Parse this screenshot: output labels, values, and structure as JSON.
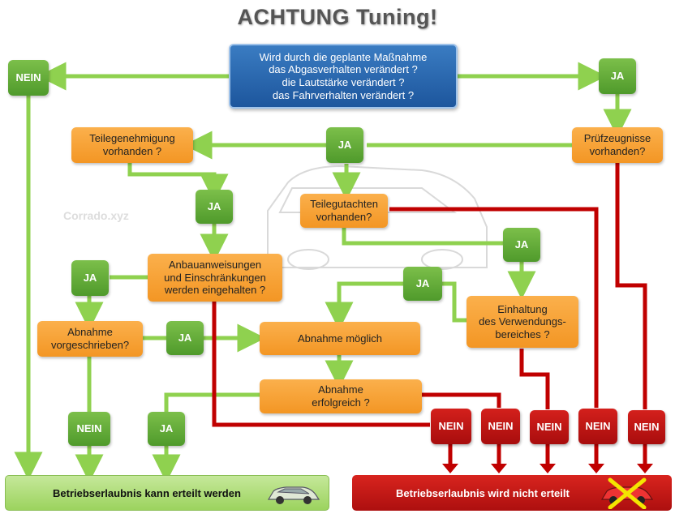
{
  "title": "ACHTUNG Tuning!",
  "watermark": "Corrado.xyz",
  "nodes": {
    "question_main": "Wird durch die geplante Maßnahme\ndas Abgasverhalten verändert ?\ndie Lautstärke verändert ?\ndas Fahrverhalten verändert ?",
    "nein_top": "NEIN",
    "ja_top": "JA",
    "pruefzeugnisse": "Prüfzeugnisse\nvorhanden?",
    "ja_center": "JA",
    "teilegenehmigung": "Teilegenehmigung\nvorhanden ?",
    "teilegutachten": "Teilegutachten\nvorhanden?",
    "ja_teilegenehmigung": "JA",
    "ja_teilegutachten": "JA",
    "anbauanweisungen": "Anbauanweisungen\nund Einschränkungen\nwerden eingehalten ?",
    "ja_anbau": "JA",
    "ja_verwendung": "JA",
    "einhaltung": "Einhaltung\ndes Verwendungs-\nbereiches ?",
    "abnahme_vorgeschrieben": "Abnahme\nvorgeschrieben?",
    "ja_abnahme_vorgeschrieben": "JA",
    "abnahme_moeglich": "Abnahme möglich",
    "abnahme_erfolgreich": "Abnahme\nerfolgreich ?",
    "nein_abnahme_vorgeschrieben": "NEIN",
    "ja_abnahme_erfolgreich": "JA",
    "nein_1": "NEIN",
    "nein_2": "NEIN",
    "nein_3": "NEIN",
    "nein_4": "NEIN",
    "nein_5": "NEIN"
  },
  "results": {
    "positive": "Betriebserlaubnis kann erteilt werden",
    "negative": "Betriebserlaubnis wird nicht erteilt"
  },
  "colors": {
    "green_arrow": "#8fd14f",
    "red_line": "#c00000",
    "orange_box": "#f7a234",
    "green_box": "#5ea833",
    "red_box": "#b81414",
    "blue_box": "#2a6ab0"
  }
}
